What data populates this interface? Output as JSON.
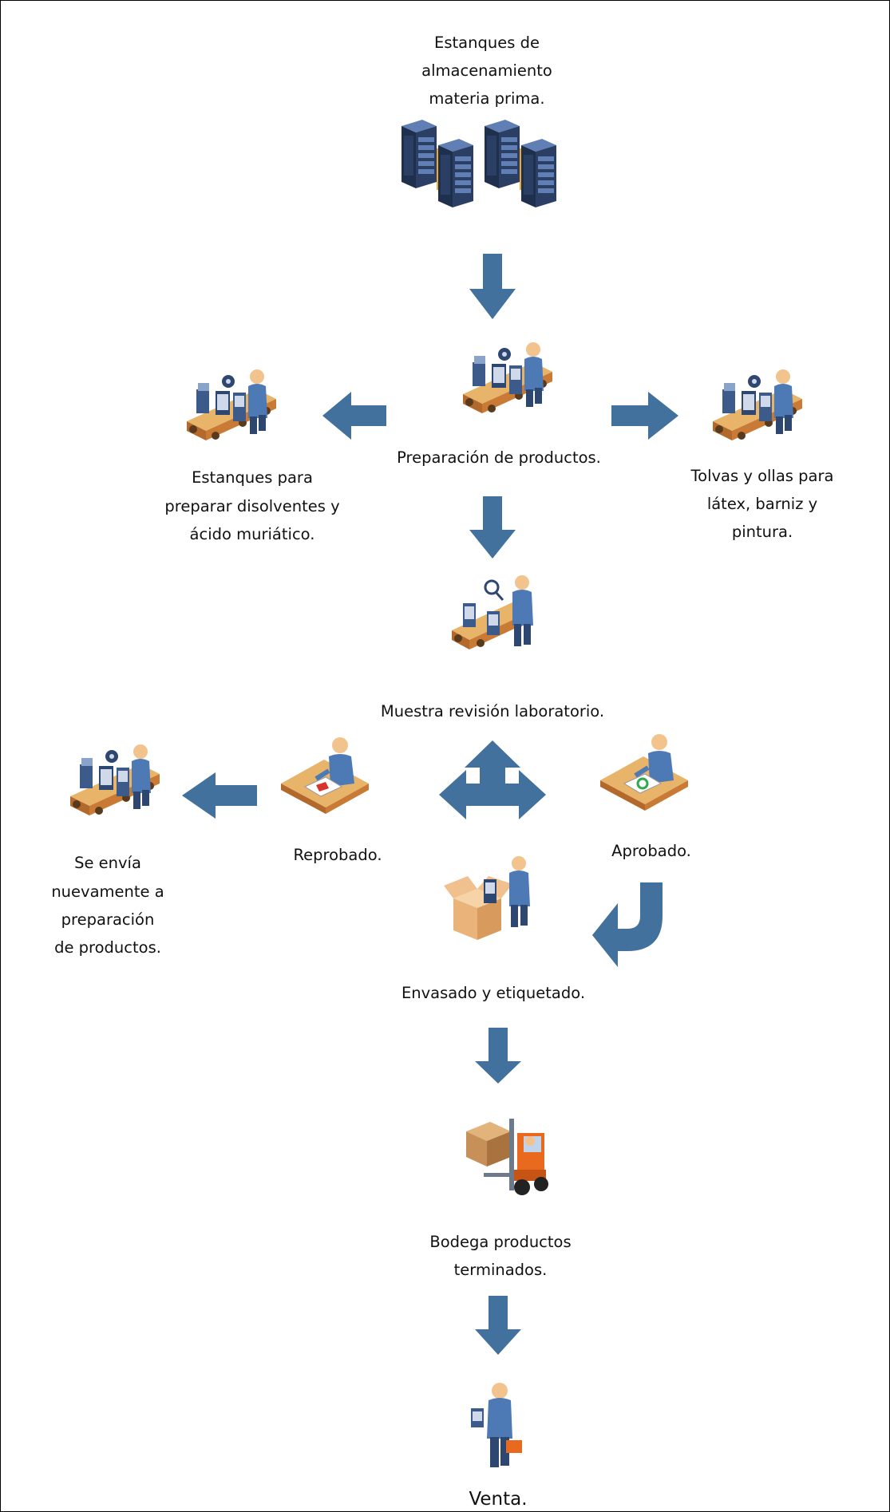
{
  "colors": {
    "arrow": "#41719c",
    "server_body": "#2b3e63",
    "server_slot": "#5f7fb5",
    "server_light": "#f2a92f",
    "conveyor_top": "#e7b46a",
    "conveyor_side": "#b4692c",
    "worker_shirt": "#4d79b5",
    "worker_pants": "#2d4770",
    "skin": "#f3c38e",
    "desk": "#e7b46a",
    "box": "#f0c18e",
    "forklift": "#e96a1f"
  },
  "nodes": {
    "storage": {
      "lines": [
        "Estanques de",
        "almacenamiento",
        "materia prima."
      ],
      "icon": "server-racks-icon"
    },
    "preparation": {
      "lines": [
        "Preparación de productos."
      ],
      "icon": "conveyor-worker-icon"
    },
    "solvents": {
      "lines": [
        "Estanques para",
        "preparar disolventes y",
        "ácido muriático."
      ],
      "icon": "conveyor-worker-icon"
    },
    "paint": {
      "lines": [
        "Tolvas y ollas para",
        "látex, barniz y",
        "pintura."
      ],
      "icon": "conveyor-worker-icon"
    },
    "lab": {
      "lines": [
        "Muestra revisión laboratorio."
      ],
      "icon": "lab-inspector-icon"
    },
    "rejected": {
      "lines": [
        "Reprobado."
      ],
      "icon": "rejected-desk-icon"
    },
    "approved": {
      "lines": [
        "Aprobado."
      ],
      "icon": "approved-desk-icon"
    },
    "resend": {
      "lines": [
        "Se envía",
        "nuevamente a",
        "preparación",
        "de productos."
      ],
      "icon": "conveyor-worker-icon"
    },
    "packaging": {
      "lines": [
        "Envasado y etiquetado."
      ],
      "icon": "packaging-icon"
    },
    "warehouse": {
      "lines": [
        "Bodega productos",
        "terminados."
      ],
      "icon": "forklift-icon"
    },
    "sale": {
      "lines": [
        "Venta."
      ],
      "icon": "salesman-icon"
    }
  }
}
